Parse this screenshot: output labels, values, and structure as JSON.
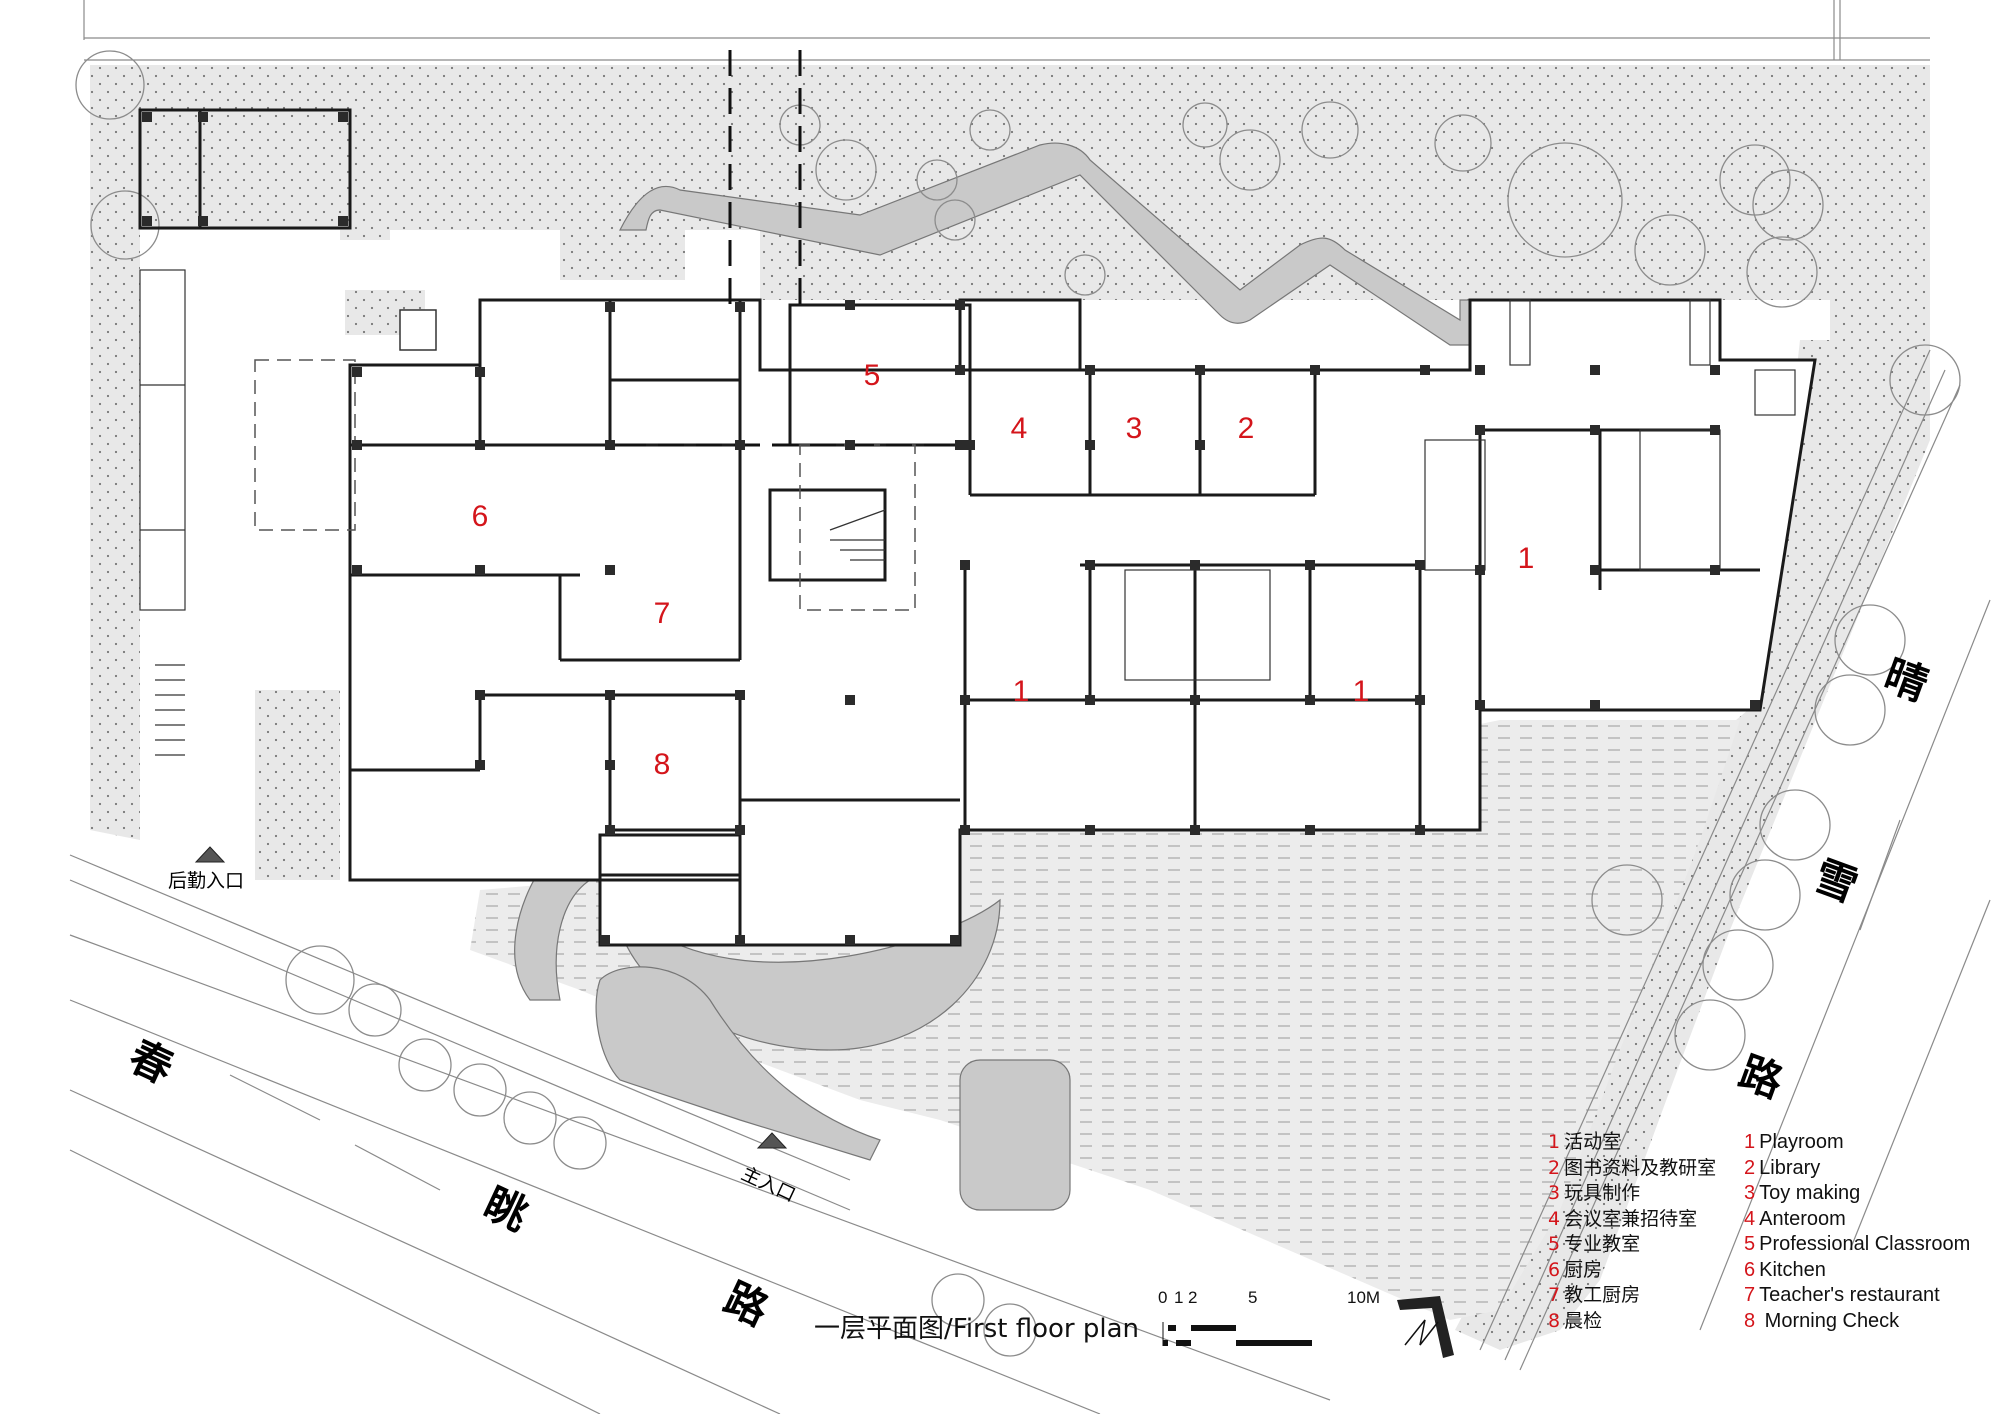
{
  "drawing": {
    "title": "一层平面图/First floor plan",
    "type": "architectural floor plan"
  },
  "rooms": [
    {
      "number": "1",
      "label_cn": "活动室",
      "label_en": "Playroom"
    },
    {
      "number": "2",
      "label_cn": "图书资料及教研室",
      "label_en": "Library"
    },
    {
      "number": "3",
      "label_cn": "玩具制作",
      "label_en": "Toy making"
    },
    {
      "number": "4",
      "label_cn": "会议室兼招待室",
      "label_en": "Anteroom"
    },
    {
      "number": "5",
      "label_cn": "专业教室",
      "label_en": "Professional Classroom"
    },
    {
      "number": "6",
      "label_cn": "厨房",
      "label_en": "Kitchen"
    },
    {
      "number": "7",
      "label_cn": "教工厨房",
      "label_en": "Teacher's restaurant"
    },
    {
      "number": "8",
      "label_cn": "晨检",
      "label_en": " Morning Check"
    }
  ],
  "plan_labels": {
    "r1a": "1",
    "r1b": "1",
    "r1c": "1",
    "r2": "2",
    "r3": "3",
    "r4": "4",
    "r5": "5",
    "r6": "6",
    "r7": "7",
    "r8": "8"
  },
  "entrances": {
    "service": "后勤入口",
    "main": "主入口"
  },
  "roads": {
    "south": [
      "春",
      "眺",
      "路"
    ],
    "east": [
      "晴",
      "雪",
      "路"
    ]
  },
  "scale_bar": {
    "ticks": [
      "0",
      "1",
      "2",
      "5",
      "10M"
    ],
    "unit": "M"
  },
  "colors": {
    "room_number": "#d4151b",
    "wall": "#1a1a1a",
    "landscape_fill": "#e6e6e6",
    "path_fill": "#c9c9c9"
  }
}
